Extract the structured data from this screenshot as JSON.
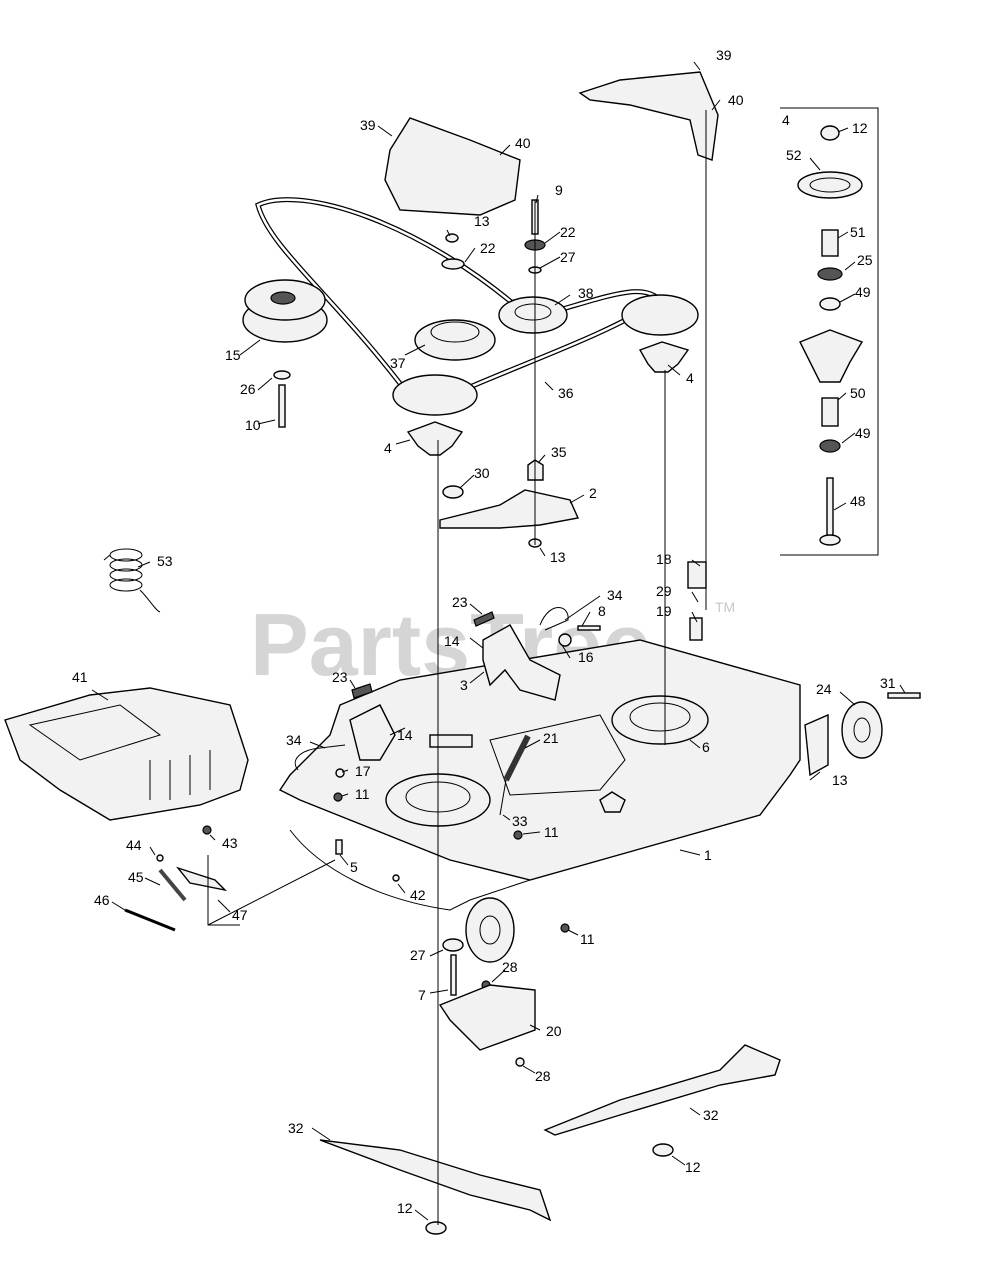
{
  "watermark": {
    "text": "PartsTree",
    "tm": "TM"
  },
  "inset_label": "4",
  "callouts": [
    {
      "id": "c39a",
      "text": "39"
    },
    {
      "id": "c40a",
      "text": "40"
    },
    {
      "id": "c39b",
      "text": "39"
    },
    {
      "id": "c40b",
      "text": "40"
    },
    {
      "id": "c9",
      "text": "9"
    },
    {
      "id": "c13a",
      "text": "13"
    },
    {
      "id": "c22a",
      "text": "22"
    },
    {
      "id": "c22b",
      "text": "22"
    },
    {
      "id": "c27a",
      "text": "27"
    },
    {
      "id": "c38",
      "text": "38"
    },
    {
      "id": "c15",
      "text": "15"
    },
    {
      "id": "c37",
      "text": "37"
    },
    {
      "id": "c26",
      "text": "26"
    },
    {
      "id": "c10",
      "text": "10"
    },
    {
      "id": "c36",
      "text": "36"
    },
    {
      "id": "c4a",
      "text": "4"
    },
    {
      "id": "c4b",
      "text": "4"
    },
    {
      "id": "c35",
      "text": "35"
    },
    {
      "id": "c30",
      "text": "30"
    },
    {
      "id": "c2",
      "text": "2"
    },
    {
      "id": "c13b",
      "text": "13"
    },
    {
      "id": "c53",
      "text": "53"
    },
    {
      "id": "c18",
      "text": "18"
    },
    {
      "id": "c29",
      "text": "29"
    },
    {
      "id": "c19",
      "text": "19"
    },
    {
      "id": "c23a",
      "text": "23"
    },
    {
      "id": "c34a",
      "text": "34"
    },
    {
      "id": "c8",
      "text": "8"
    },
    {
      "id": "c14a",
      "text": "14"
    },
    {
      "id": "c16",
      "text": "16"
    },
    {
      "id": "c3",
      "text": "3"
    },
    {
      "id": "c41",
      "text": "41"
    },
    {
      "id": "c23b",
      "text": "23"
    },
    {
      "id": "c24",
      "text": "24"
    },
    {
      "id": "c31",
      "text": "31"
    },
    {
      "id": "c34b",
      "text": "34"
    },
    {
      "id": "c14b",
      "text": "14"
    },
    {
      "id": "c21",
      "text": "21"
    },
    {
      "id": "c6",
      "text": "6"
    },
    {
      "id": "c17",
      "text": "17"
    },
    {
      "id": "c11a",
      "text": "11"
    },
    {
      "id": "c13c",
      "text": "13"
    },
    {
      "id": "c33",
      "text": "33"
    },
    {
      "id": "c11b",
      "text": "11"
    },
    {
      "id": "c43",
      "text": "43"
    },
    {
      "id": "c44",
      "text": "44"
    },
    {
      "id": "c5",
      "text": "5"
    },
    {
      "id": "c1",
      "text": "1"
    },
    {
      "id": "c45",
      "text": "45"
    },
    {
      "id": "c42",
      "text": "42"
    },
    {
      "id": "c46",
      "text": "46"
    },
    {
      "id": "c47",
      "text": "47"
    },
    {
      "id": "c11c",
      "text": "11"
    },
    {
      "id": "c27b",
      "text": "27"
    },
    {
      "id": "c28a",
      "text": "28"
    },
    {
      "id": "c7",
      "text": "7"
    },
    {
      "id": "c20",
      "text": "20"
    },
    {
      "id": "c28b",
      "text": "28"
    },
    {
      "id": "c32a",
      "text": "32"
    },
    {
      "id": "c32b",
      "text": "32"
    },
    {
      "id": "c12a",
      "text": "12"
    },
    {
      "id": "c12b",
      "text": "12"
    },
    {
      "id": "c12c",
      "text": "12"
    },
    {
      "id": "c52",
      "text": "52"
    },
    {
      "id": "c51",
      "text": "51"
    },
    {
      "id": "c25",
      "text": "25"
    },
    {
      "id": "c49a",
      "text": "49"
    },
    {
      "id": "c50",
      "text": "50"
    },
    {
      "id": "c49b",
      "text": "49"
    },
    {
      "id": "c48",
      "text": "48"
    }
  ]
}
